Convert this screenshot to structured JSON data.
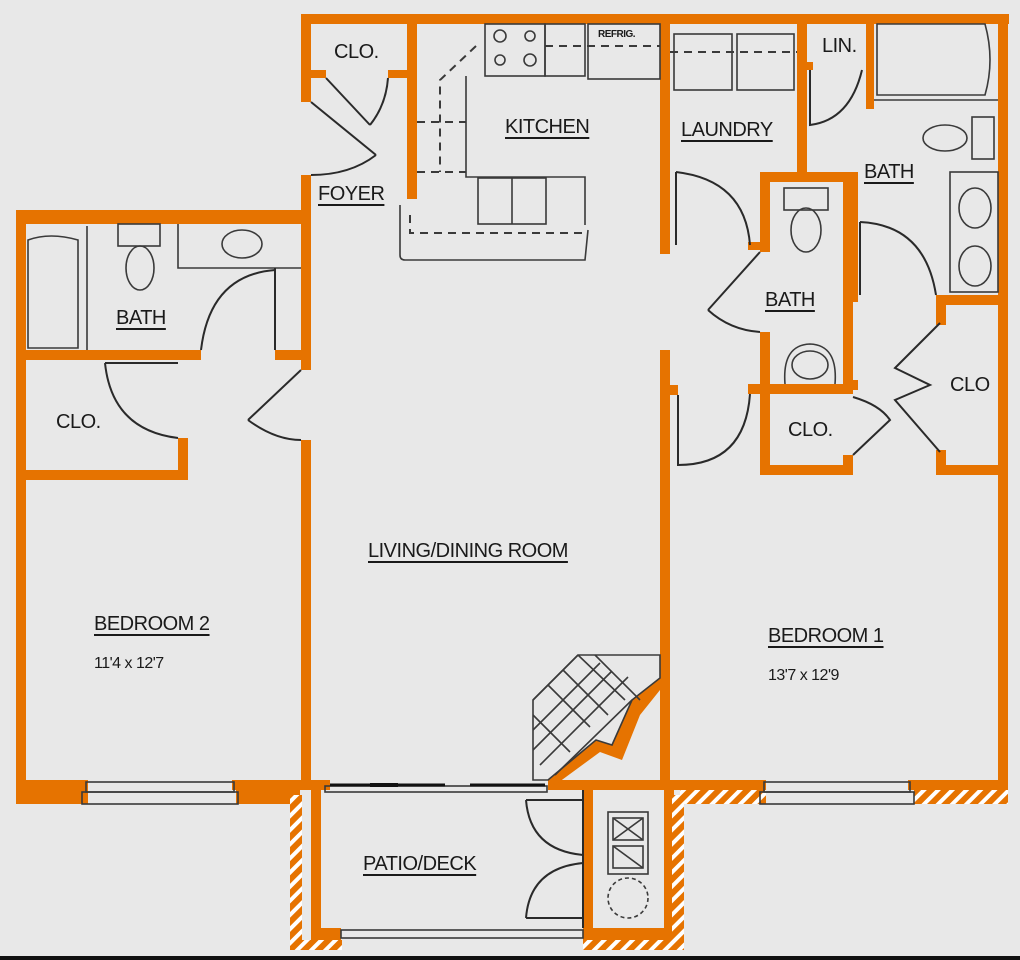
{
  "floor_plan": {
    "wall_color": "#e67300",
    "background_color": "#e8e8e8",
    "rooms": [
      {
        "id": "closet-foyer",
        "label": "CLO."
      },
      {
        "id": "kitchen",
        "label": "KITCHEN"
      },
      {
        "id": "refrigerator",
        "label": "REFRIG."
      },
      {
        "id": "laundry",
        "label": "LAUNDRY"
      },
      {
        "id": "linen",
        "label": "LIN."
      },
      {
        "id": "bath-master",
        "label": "BATH"
      },
      {
        "id": "foyer",
        "label": "FOYER"
      },
      {
        "id": "bath-2",
        "label": "BATH"
      },
      {
        "id": "bath-hall",
        "label": "BATH"
      },
      {
        "id": "closet-bedroom2",
        "label": "CLO."
      },
      {
        "id": "closet-hall",
        "label": "CLO."
      },
      {
        "id": "closet-bedroom1",
        "label": "CLO"
      },
      {
        "id": "living-dining",
        "label": "LIVING/DINING ROOM"
      },
      {
        "id": "bedroom-2",
        "label": "BEDROOM 2",
        "dimensions": "11'4 x 12'7"
      },
      {
        "id": "bedroom-1",
        "label": "BEDROOM 1",
        "dimensions": "13'7 x 12'9"
      },
      {
        "id": "patio-deck",
        "label": "PATIO/DECK"
      }
    ]
  }
}
